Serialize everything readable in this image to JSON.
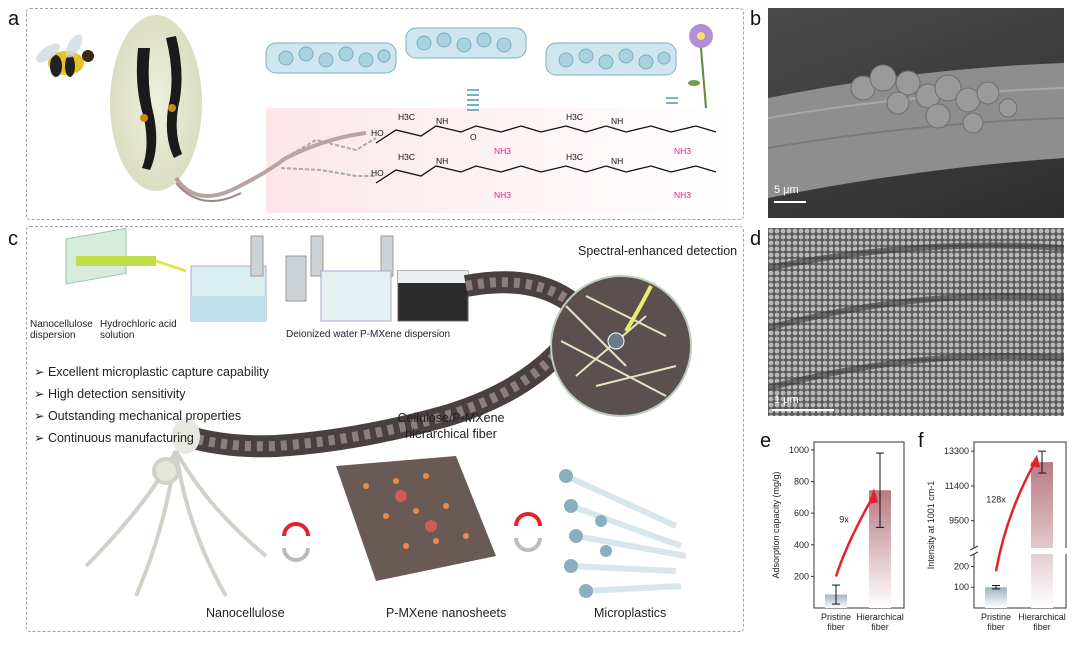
{
  "panels": {
    "a": "a",
    "b": "b",
    "c": "c",
    "d": "d",
    "e": "e",
    "f": "f"
  },
  "panel_b": {
    "scale_bar": "5 μm"
  },
  "panel_d": {
    "scale_bar": "1 μm"
  },
  "panel_c": {
    "title": "Spectral-enhanced detection",
    "process_labels": [
      "Nanocellulose dispersion",
      "Hydrochloric acid solution",
      "Deionized water",
      "P-MXene dispersion"
    ],
    "bullets": [
      "Excellent microplastic capture capability",
      "High detection sensitivity",
      "Outstanding mechanical properties",
      "Continuous manufacturing"
    ],
    "fiber_label": "Cellulose/P-MXene hierarchical fiber",
    "bottom_labels": [
      "Nanocellulose",
      "P-MXene nanosheets",
      "Microplastics"
    ]
  },
  "chemistry": {
    "ch3": "H3C",
    "nh": "NH",
    "nh3": "NH3",
    "oh": "HO",
    "o": "O"
  },
  "colors": {
    "nh3": "#e01e8c",
    "bar_pristine": "#9fb4be",
    "bar_hier": "#b97a84",
    "arrow": "#e2242a"
  },
  "chart_data": [
    {
      "type": "bar",
      "panel": "e",
      "categories": [
        "Pristine fiber",
        "Hierarchical fiber"
      ],
      "values": [
        85,
        745
      ],
      "errors": [
        60,
        235
      ],
      "ylabel": "Adsorption capacity (mg/g)",
      "yticks": [
        200,
        400,
        600,
        800,
        1000
      ],
      "ylim": [
        0,
        1050
      ],
      "annotation": "9x"
    },
    {
      "type": "bar",
      "panel": "f",
      "categories": [
        "Pristine fiber",
        "Hierarchical fiber"
      ],
      "values": [
        100,
        12700
      ],
      "errors": [
        8,
        600
      ],
      "ylabel": "Intensity at 1001 cm-1",
      "yticks": [
        100,
        200,
        9500,
        11400,
        13300
      ],
      "axis_break": true,
      "annotation": "128x"
    }
  ]
}
